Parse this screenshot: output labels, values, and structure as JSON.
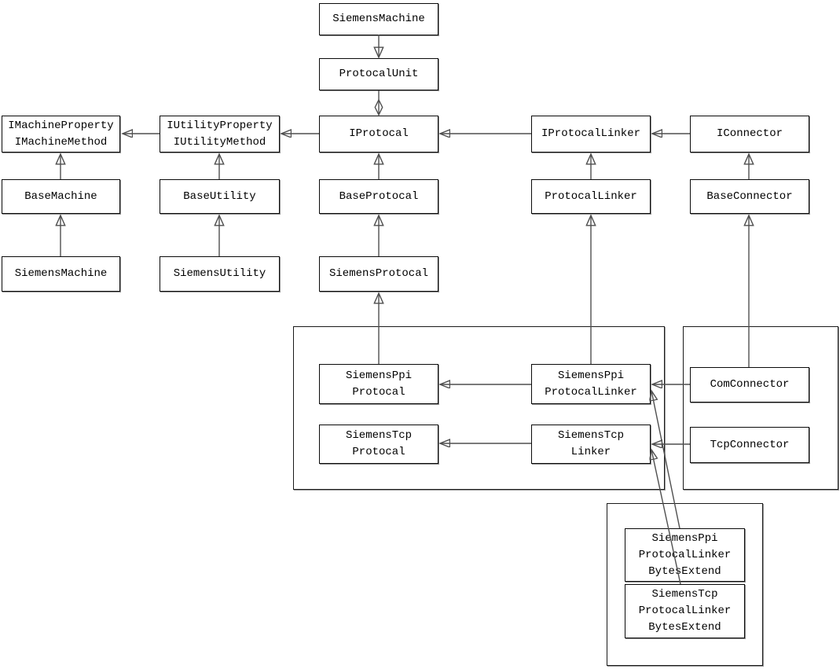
{
  "diagram": {
    "colors": {
      "background": "#ffffff",
      "box_border": "#000000",
      "box_shadow": "#8f8f8f",
      "edge_line": "#4f4f4f",
      "arrow_fill": "#111111"
    },
    "nodes": {
      "siemens_machine_top": {
        "lines": [
          "SiemensMachine"
        ]
      },
      "protocal_unit": {
        "lines": [
          "ProtocalUnit"
        ]
      },
      "imachine_interface": {
        "lines": [
          "IMachineProperty",
          "IMachineMethod"
        ]
      },
      "iutility_interface": {
        "lines": [
          "IUtilityProperty",
          "IUtilityMethod"
        ]
      },
      "iprotocal": {
        "lines": [
          "IProtocal"
        ]
      },
      "iprotocal_linker": {
        "lines": [
          "IProtocalLinker"
        ]
      },
      "iconnector": {
        "lines": [
          "IConnector"
        ]
      },
      "base_machine": {
        "lines": [
          "BaseMachine"
        ]
      },
      "base_utility": {
        "lines": [
          "BaseUtility"
        ]
      },
      "base_protocal": {
        "lines": [
          "BaseProtocal"
        ]
      },
      "protocal_linker": {
        "lines": [
          "ProtocalLinker"
        ]
      },
      "base_connector": {
        "lines": [
          "BaseConnector"
        ]
      },
      "siemens_machine": {
        "lines": [
          "SiemensMachine"
        ]
      },
      "siemens_utility": {
        "lines": [
          "SiemensUtility"
        ]
      },
      "siemens_protocal": {
        "lines": [
          "SiemensProtocal"
        ]
      },
      "siemens_ppi_protocal": {
        "lines": [
          "SiemensPpi",
          "Protocal"
        ]
      },
      "siemens_tcp_protocal": {
        "lines": [
          "SiemensTcp",
          "Protocal"
        ]
      },
      "siemens_ppi_protocal_linker": {
        "lines": [
          "SiemensPpi",
          "ProtocalLinker"
        ]
      },
      "siemens_tcp_linker": {
        "lines": [
          "SiemensTcp",
          "Linker"
        ]
      },
      "com_connector": {
        "lines": [
          "ComConnector"
        ]
      },
      "tcp_connector": {
        "lines": [
          "TcpConnector"
        ]
      },
      "siemens_ppi_protocal_linker_bytes_extend": {
        "lines": [
          "SiemensPpi",
          "ProtocalLinker",
          "BytesExtend"
        ]
      },
      "siemens_tcp_protocal_linker_bytes_extend": {
        "lines": [
          "SiemensTcp",
          "ProtocalLinker",
          "BytesExtend"
        ]
      }
    },
    "relationships": [
      {
        "from": "SiemensMachine (top)",
        "to": "ProtocalUnit",
        "type": "open-arrow"
      },
      {
        "from": "ProtocalUnit",
        "to": "IProtocal",
        "type": "aggregation"
      },
      {
        "from": "IProtocal",
        "to": "IUtilityProperty/IUtilityMethod",
        "type": "association"
      },
      {
        "from": "IUtilityProperty/IUtilityMethod",
        "to": "IMachineProperty/IMachineMethod",
        "type": "association"
      },
      {
        "from": "IProtocalLinker",
        "to": "IProtocal",
        "type": "association"
      },
      {
        "from": "IConnector",
        "to": "IProtocalLinker",
        "type": "association"
      },
      {
        "from": "BaseMachine",
        "to": "IMachineProperty/IMachineMethod",
        "type": "generalization"
      },
      {
        "from": "SiemensMachine",
        "to": "BaseMachine",
        "type": "generalization"
      },
      {
        "from": "BaseUtility",
        "to": "IUtilityProperty/IUtilityMethod",
        "type": "generalization"
      },
      {
        "from": "SiemensUtility",
        "to": "BaseUtility",
        "type": "generalization"
      },
      {
        "from": "BaseProtocal",
        "to": "IProtocal",
        "type": "generalization"
      },
      {
        "from": "SiemensProtocal",
        "to": "BaseProtocal",
        "type": "generalization"
      },
      {
        "from": "SiemensPpiProtocal",
        "to": "SiemensProtocal",
        "type": "generalization"
      },
      {
        "from": "ProtocalLinker",
        "to": "IProtocalLinker",
        "type": "generalization"
      },
      {
        "from": "SiemensPpiProtocalLinker",
        "to": "ProtocalLinker",
        "type": "generalization"
      },
      {
        "from": "BaseConnector",
        "to": "IConnector",
        "type": "generalization"
      },
      {
        "from": "ComConnector",
        "to": "BaseConnector",
        "type": "generalization"
      },
      {
        "from": "SiemensPpiProtocalLinker",
        "to": "SiemensPpiProtocal",
        "type": "association"
      },
      {
        "from": "SiemensTcpLinker",
        "to": "SiemensTcpProtocal",
        "type": "association"
      },
      {
        "from": "ComConnector",
        "to": "SiemensPpiProtocalLinker",
        "type": "association"
      },
      {
        "from": "TcpConnector",
        "to": "SiemensTcpLinker",
        "type": "association"
      },
      {
        "from": "SiemensPpiProtocalLinkerBytesExtend",
        "to": "SiemensPpiProtocalLinker",
        "type": "association"
      },
      {
        "from": "SiemensTcpProtocalLinkerBytesExtend",
        "to": "SiemensTcpLinker",
        "type": "association"
      }
    ]
  }
}
